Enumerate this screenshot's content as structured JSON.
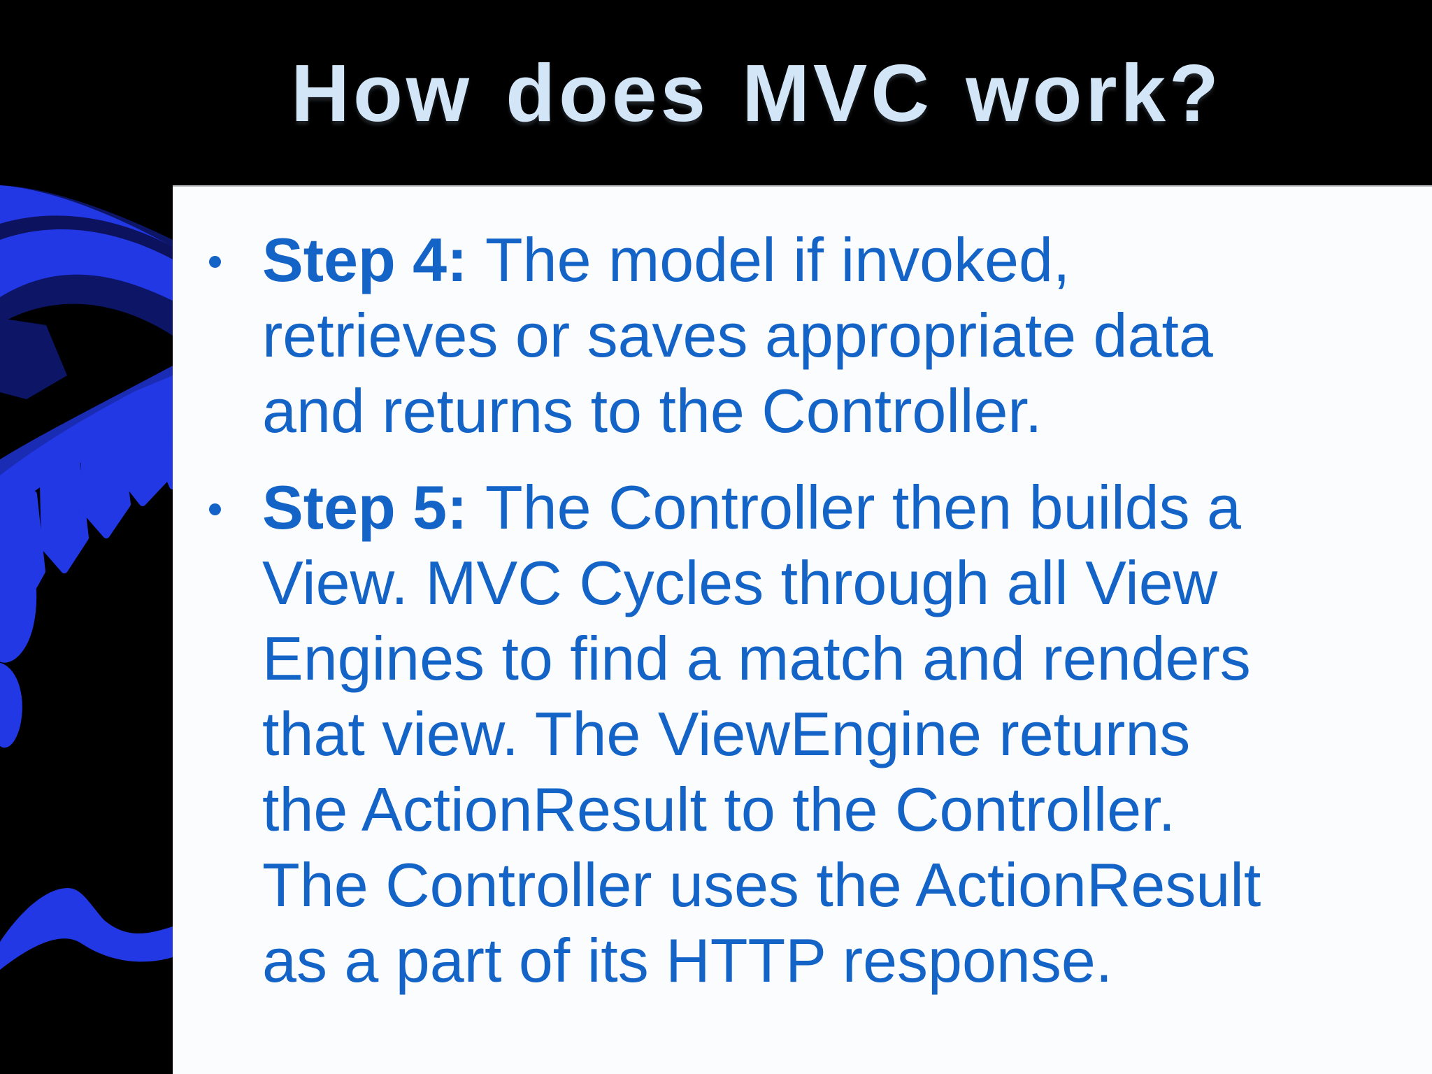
{
  "slide": {
    "title": "How does MVC work?",
    "bullets": [
      {
        "label": "Step 4:",
        "text": "The model if invoked, retrieves or saves appropriate data and returns to the Controller."
      },
      {
        "label": "Step 5:",
        "text": "The Controller then builds a View. MVC Cycles through all View Engines to find a match and renders that view. The ViewEngine returns the ActionResult to the Controller. The Controller uses the ActionResult as a part of its HTTP response."
      }
    ],
    "colors": {
      "title_text": "#D2E6F8",
      "body_text": "#1464C8",
      "bullet_dot": "#1464C8",
      "header_background": "#000000",
      "panel_background": "#FBFCFE",
      "art_background": "#000000",
      "art_bright_blue": "#2138E4",
      "art_mid_blue": "#1A2CB4",
      "art_dark_blue": "#0C1566"
    }
  }
}
